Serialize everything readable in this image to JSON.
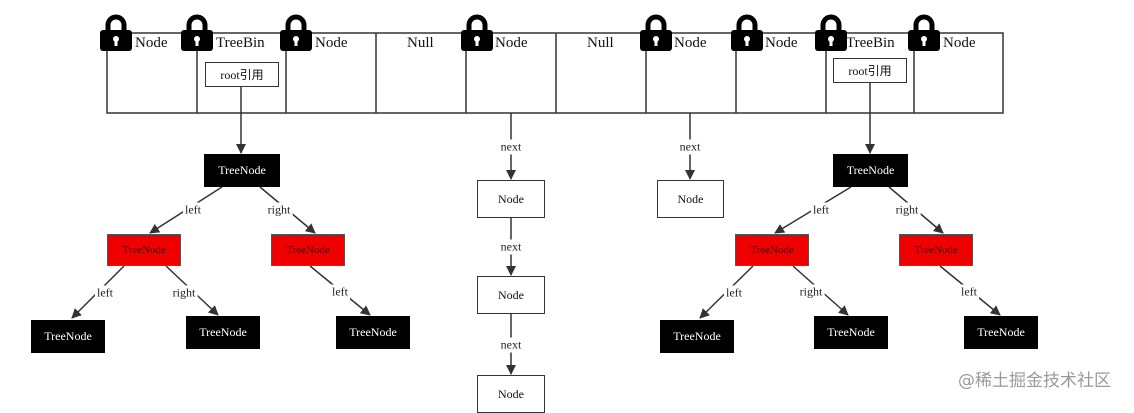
{
  "buckets": [
    {
      "label": "Node",
      "locked": true
    },
    {
      "label": "TreeBin",
      "locked": true,
      "ref": "root引用"
    },
    {
      "label": "Node",
      "locked": true
    },
    {
      "label": "Null",
      "locked": false
    },
    {
      "label": "Node",
      "locked": true
    },
    {
      "label": "Null",
      "locked": false
    },
    {
      "label": "Node",
      "locked": true
    },
    {
      "label": "Node",
      "locked": true
    },
    {
      "label": "TreeBin",
      "locked": true,
      "ref": "root引用"
    },
    {
      "label": "Node",
      "locked": true
    }
  ],
  "nodes": {
    "t1_root": "TreeNode",
    "t1_left": "TreeNode",
    "t1_right": "TreeNode",
    "t1_ll": "TreeNode",
    "t1_lr": "TreeNode",
    "t1_rl": "TreeNode",
    "l1_n1": "Node",
    "l1_n2": "Node",
    "l1_n3": "Node",
    "l2_n1": "Node",
    "t2_root": "TreeNode",
    "t2_left": "TreeNode",
    "t2_right": "TreeNode",
    "t2_ll": "TreeNode",
    "t2_lr": "TreeNode",
    "t2_rl": "TreeNode"
  },
  "edge_labels": {
    "left": "left",
    "right": "right",
    "next": "next"
  },
  "colors": {
    "tree_black": "#000000",
    "tree_red": "#ee0000",
    "lock": "#000000"
  },
  "watermark": "@稀土掘金技术社区"
}
